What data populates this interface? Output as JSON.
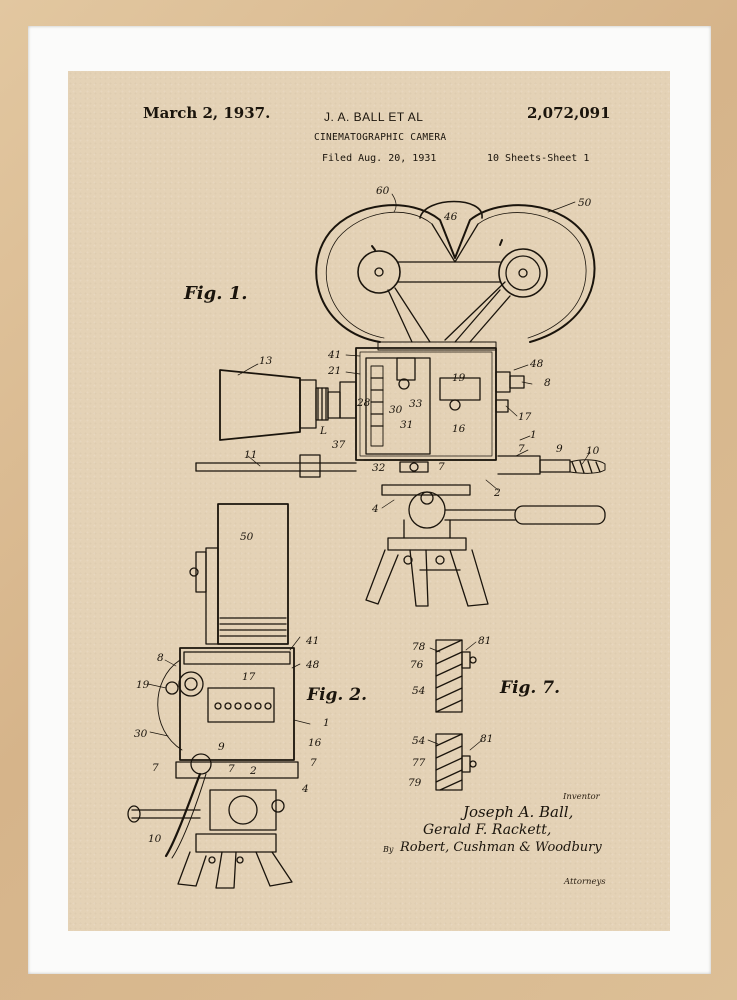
{
  "header": {
    "date": "March 2, 1937.",
    "inventors": "J. A. BALL ET AL",
    "patent_number": "2,072,091",
    "title": "CINEMATOGRAPHIC CAMERA",
    "filed": "Filed Aug. 20, 1931",
    "sheets": "10 Sheets-Sheet 1"
  },
  "figures": {
    "fig1": "Fig. 1.",
    "fig2": "Fig. 2.",
    "fig7": "Fig. 7."
  },
  "reference_numerals": {
    "fig1": [
      "60",
      "46",
      "50",
      "13",
      "41",
      "21",
      "48",
      "19",
      "8",
      "28",
      "30",
      "33",
      "31",
      "16",
      "17",
      "L",
      "37",
      "1",
      "7",
      "9",
      "10",
      "11",
      "32",
      "7",
      "2",
      "4"
    ],
    "fig2": [
      "50",
      "41",
      "48",
      "8",
      "17",
      "19",
      "30",
      "1",
      "16",
      "9",
      "7",
      "7",
      "2",
      "7",
      "4",
      "10"
    ],
    "fig7": [
      "78",
      "81",
      "76",
      "54",
      "54",
      "81",
      "77",
      "79"
    ]
  },
  "signature": {
    "inventor_label": "Inventor",
    "inventor_1": "Joseph A. Ball,",
    "inventor_2": "Gerald F. Rackett,",
    "by_label": "By",
    "attorneys_signature": "Robert, Cushman & Woodbury",
    "attorneys_label": "Attorneys"
  },
  "colors": {
    "frame": "#d8b98f",
    "mat": "#fbfbfa",
    "paper": "#e4d2b6",
    "ink": "#1a140c"
  }
}
